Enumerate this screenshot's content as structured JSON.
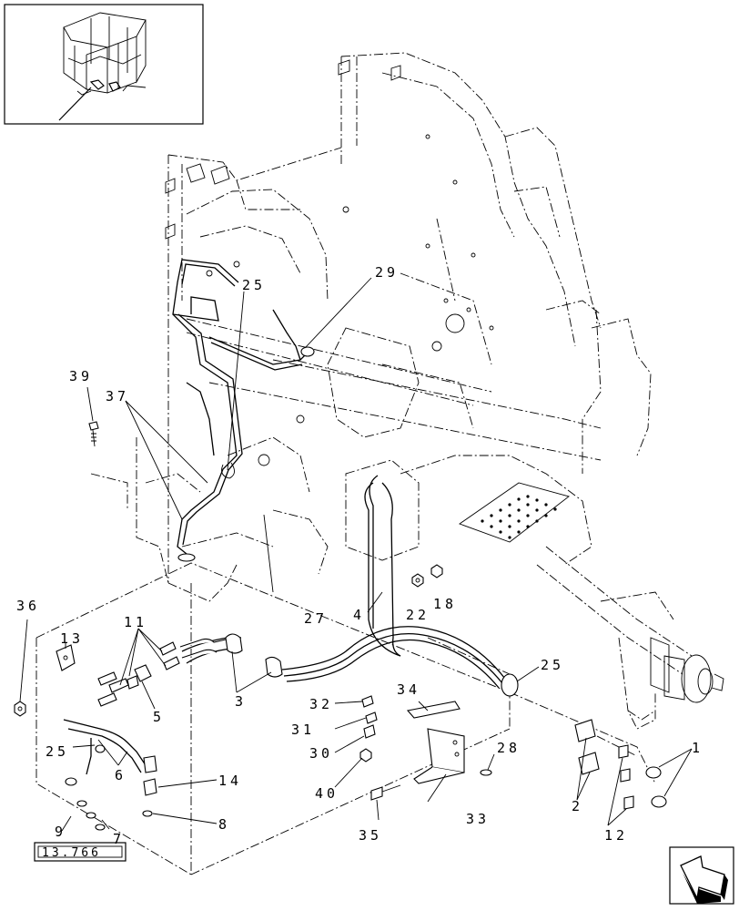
{
  "callouts": {
    "c1": "1",
    "c2": "2",
    "c3": "3",
    "c4": "4",
    "c5": "5",
    "c6": "6",
    "c7": "7",
    "c8": "8",
    "c9": "9",
    "c11": "11",
    "c12": "12",
    "c13": "13",
    "c14": "14",
    "c18": "18",
    "c22": "22",
    "c25a": "25",
    "c25b": "25",
    "c25c": "25",
    "c27": "27",
    "c28": "28",
    "c29": "29",
    "c30": "30",
    "c31": "31",
    "c32": "32",
    "c33": "33",
    "c34": "34",
    "c35": "35",
    "c36": "36",
    "c37": "37",
    "c39": "39",
    "c40": "40"
  },
  "reference_box": "13.766",
  "icons": {
    "inset": "machine-overview-icon",
    "navigation": "direction-arrow-icon"
  }
}
